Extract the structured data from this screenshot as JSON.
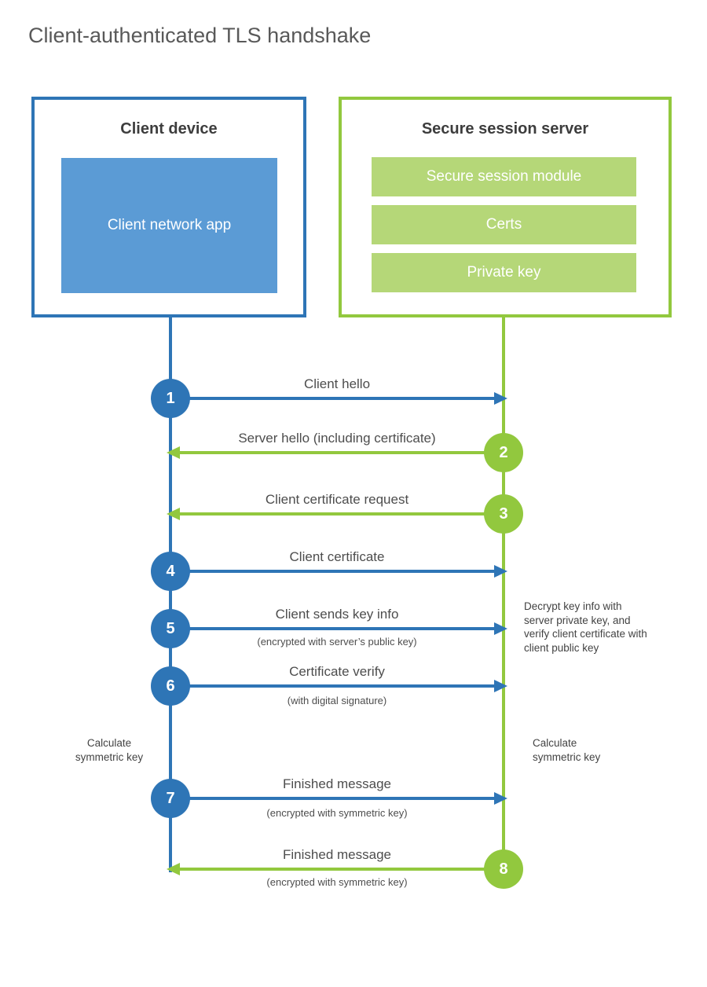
{
  "title": "Client-authenticated TLS handshake",
  "colors": {
    "blue": "#2e75b6",
    "blue_fill": "#5b9bd5",
    "green": "#92c83e",
    "green_fill": "#b5d778",
    "title_text": "#595959",
    "label_text": "#4d4d4d"
  },
  "client": {
    "title": "Client device",
    "app": "Client network app"
  },
  "server": {
    "title": "Secure session server",
    "modules": [
      "Secure session module",
      "Certs",
      "Private key"
    ]
  },
  "messages": [
    {
      "num": "1",
      "label": "Client hello",
      "sub": "",
      "from": "client",
      "to": "server"
    },
    {
      "num": "2",
      "label": "Server hello (including certificate)",
      "sub": "",
      "from": "server",
      "to": "client"
    },
    {
      "num": "3",
      "label": "Client certificate request",
      "sub": "",
      "from": "server",
      "to": "client"
    },
    {
      "num": "4",
      "label": "Client certificate",
      "sub": "",
      "from": "client",
      "to": "server"
    },
    {
      "num": "5",
      "label": "Client sends key info",
      "sub": "(encrypted with server’s public key)",
      "from": "client",
      "to": "server"
    },
    {
      "num": "6",
      "label": "Certificate verify",
      "sub": "(with digital signature)",
      "from": "client",
      "to": "server"
    },
    {
      "num": "7",
      "label": "Finished message",
      "sub": "(encrypted with symmetric key)",
      "from": "client",
      "to": "server"
    },
    {
      "num": "8",
      "label": "Finished message",
      "sub": "(encrypted with symmetric key)",
      "from": "server",
      "to": "client"
    }
  ],
  "notes": {
    "decrypt": "Decrypt key info with server private key, and verify client certificate with client public key",
    "calc_client": "Calculate symmetric key",
    "calc_server": "Calculate symmetric key"
  }
}
